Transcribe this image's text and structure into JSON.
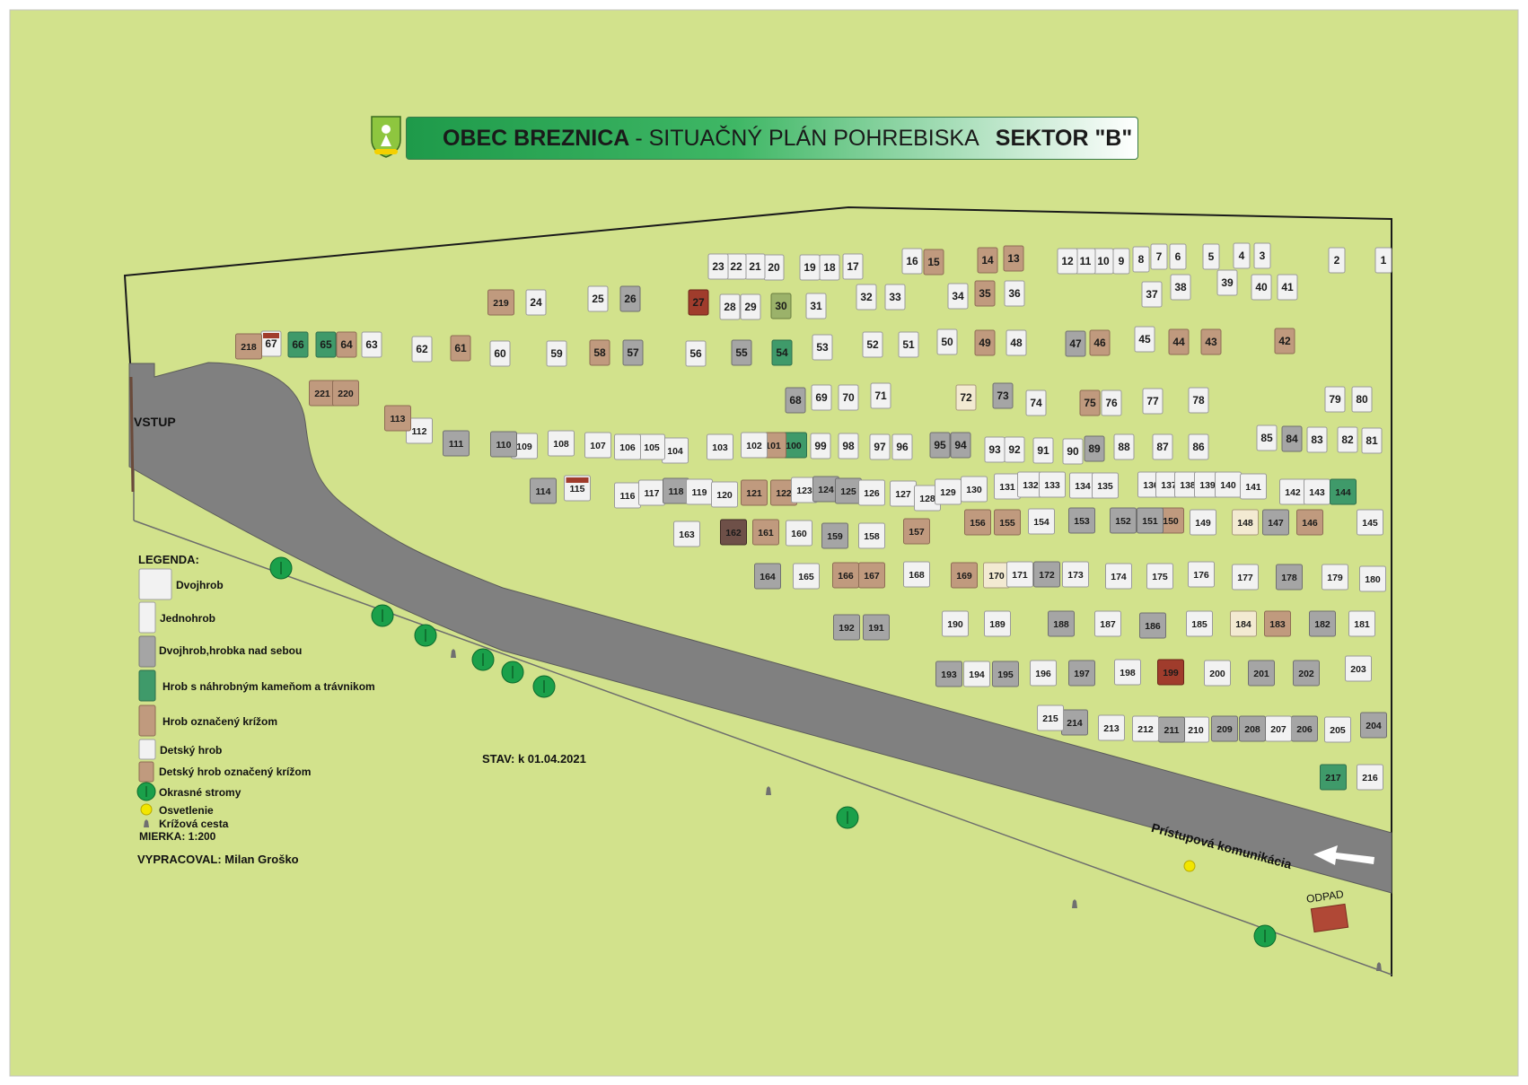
{
  "header": {
    "title_bold": "OBEC BREZNICA",
    "title_rest": "- SITUAČNÝ PLÁN POHREBISKA",
    "sector": "SEKTOR  \"B\""
  },
  "labels": {
    "entrance": "VSTUP",
    "road": "Prístupová komunikácia",
    "waste": "ODPAD",
    "status": "STAV: k 01.04.2021",
    "author": "VYPRACOVAL: Milan Groško"
  },
  "legend": {
    "title": "LEGENDA:",
    "items": [
      {
        "label": "Dvojhrob",
        "kind": "double"
      },
      {
        "label": "Jednohrob",
        "kind": "single"
      },
      {
        "label": "Dvojhrob,hrobka nad sebou",
        "kind": "crypt"
      },
      {
        "label": "Hrob s náhrobným kameňom a trávnikom",
        "kind": "lawn"
      },
      {
        "label": "Hrob označený krížom",
        "kind": "cross"
      },
      {
        "label": "Detský hrob",
        "kind": "child"
      },
      {
        "label": "Detský hrob označený krížom",
        "kind": "childcross"
      },
      {
        "label": "Okrasné stromy",
        "kind": "tree"
      },
      {
        "label": "Osvetlenie",
        "kind": "light"
      },
      {
        "label": "Krížová cesta",
        "kind": "station"
      }
    ],
    "scale": "MIERKA: 1:200"
  },
  "colors": {
    "background": "#d2e28c",
    "road": "#808080",
    "outline": "#1a1a1a",
    "double": "#f2f2f2",
    "crypt": "#a5a5a5",
    "lawn": "#3f9a6a",
    "cross": "#c09a7e",
    "red": "#a03c2c",
    "cream": "#f3ead2",
    "tree": "#1aa04a",
    "light": "#f2e600",
    "waste": "#b04836"
  },
  "graves": [
    [
      "1",
      "w",
      1541,
      290
    ],
    [
      "2",
      "w",
      1489,
      290
    ],
    [
      "3",
      "w",
      1406,
      285
    ],
    [
      "4",
      "w",
      1383,
      285
    ],
    [
      "5",
      "w",
      1349,
      286
    ],
    [
      "6",
      "w",
      1312,
      286
    ],
    [
      "7",
      "w",
      1291,
      286
    ],
    [
      "8",
      "w",
      1271,
      289
    ],
    [
      "9",
      "w",
      1249,
      291
    ],
    [
      "10",
      "w",
      1229,
      291
    ],
    [
      "11",
      "w",
      1209,
      291
    ],
    [
      "12",
      "w",
      1189,
      291
    ],
    [
      "13",
      "c",
      1129,
      288
    ],
    [
      "14",
      "c",
      1100,
      290
    ],
    [
      "15",
      "c",
      1040,
      292
    ],
    [
      "16",
      "w",
      1016,
      291
    ],
    [
      "17",
      "w",
      950,
      297
    ],
    [
      "18",
      "w",
      924,
      298
    ],
    [
      "19",
      "w",
      902,
      298
    ],
    [
      "20",
      "w",
      862,
      298
    ],
    [
      "21",
      "w",
      841,
      297
    ],
    [
      "22",
      "w",
      820,
      297
    ],
    [
      "23",
      "w",
      800,
      297
    ],
    [
      "24",
      "w",
      597,
      337
    ],
    [
      "25",
      "w",
      666,
      333
    ],
    [
      "26",
      "g",
      702,
      333
    ],
    [
      "27",
      "r",
      778,
      337
    ],
    [
      "28",
      "w",
      813,
      342
    ],
    [
      "29",
      "w",
      836,
      342
    ],
    [
      "30",
      "o",
      870,
      341
    ],
    [
      "31",
      "w",
      909,
      341
    ],
    [
      "32",
      "w",
      965,
      331
    ],
    [
      "33",
      "w",
      997,
      331
    ],
    [
      "34",
      "w",
      1067,
      330
    ],
    [
      "35",
      "c",
      1097,
      327
    ],
    [
      "36",
      "w",
      1130,
      327
    ],
    [
      "37",
      "w",
      1283,
      328
    ],
    [
      "38",
      "w",
      1315,
      320
    ],
    [
      "39",
      "w",
      1367,
      315
    ],
    [
      "40",
      "w",
      1405,
      320
    ],
    [
      "41",
      "w",
      1434,
      320
    ],
    [
      "42",
      "c",
      1431,
      380
    ],
    [
      "43",
      "c",
      1349,
      381
    ],
    [
      "44",
      "c",
      1313,
      381
    ],
    [
      "45",
      "w",
      1275,
      378
    ],
    [
      "46",
      "c",
      1225,
      382
    ],
    [
      "47",
      "g",
      1198,
      383
    ],
    [
      "48",
      "w",
      1132,
      382
    ],
    [
      "49",
      "c",
      1097,
      382
    ],
    [
      "50",
      "w",
      1055,
      381
    ],
    [
      "51",
      "w",
      1012,
      384
    ],
    [
      "52",
      "w",
      972,
      384
    ],
    [
      "53",
      "w",
      916,
      387
    ],
    [
      "54",
      "l",
      871,
      393
    ],
    [
      "55",
      "g",
      826,
      393
    ],
    [
      "56",
      "w",
      775,
      394
    ],
    [
      "57",
      "g",
      705,
      393
    ],
    [
      "58",
      "c",
      668,
      393
    ],
    [
      "59",
      "w",
      620,
      394
    ],
    [
      "60",
      "w",
      557,
      394
    ],
    [
      "61",
      "c",
      513,
      388
    ],
    [
      "62",
      "w",
      470,
      389
    ],
    [
      "63",
      "w",
      414,
      384
    ],
    [
      "64",
      "c",
      386,
      384
    ],
    [
      "65",
      "l",
      363,
      384
    ],
    [
      "66",
      "l",
      332,
      384
    ],
    [
      "67",
      "x",
      302,
      383
    ],
    [
      "218",
      "c",
      277,
      386
    ],
    [
      "219",
      "c",
      558,
      337
    ],
    [
      "221",
      "c",
      359,
      438
    ],
    [
      "220",
      "c",
      385,
      438
    ],
    [
      "68",
      "g",
      886,
      446
    ],
    [
      "69",
      "w",
      915,
      443
    ],
    [
      "70",
      "w",
      945,
      443
    ],
    [
      "71",
      "w",
      981,
      441
    ],
    [
      "72",
      "m",
      1076,
      443
    ],
    [
      "73",
      "g",
      1117,
      441
    ],
    [
      "74",
      "w",
      1154,
      449
    ],
    [
      "75",
      "c",
      1214,
      449
    ],
    [
      "76",
      "w",
      1238,
      449
    ],
    [
      "77",
      "w",
      1284,
      447
    ],
    [
      "78",
      "w",
      1335,
      446
    ],
    [
      "79",
      "w",
      1487,
      445
    ],
    [
      "80",
      "w",
      1517,
      445
    ],
    [
      "81",
      "w",
      1528,
      491
    ],
    [
      "82",
      "w",
      1501,
      490
    ],
    [
      "83",
      "w",
      1467,
      490
    ],
    [
      "84",
      "g",
      1439,
      489
    ],
    [
      "85",
      "w",
      1411,
      488
    ],
    [
      "86",
      "w",
      1335,
      498
    ],
    [
      "87",
      "w",
      1295,
      498
    ],
    [
      "88",
      "w",
      1252,
      498
    ],
    [
      "89",
      "g",
      1219,
      500
    ],
    [
      "90",
      "w",
      1195,
      503
    ],
    [
      "91",
      "w",
      1162,
      502
    ],
    [
      "92",
      "w",
      1130,
      501
    ],
    [
      "93",
      "w",
      1108,
      501
    ],
    [
      "94",
      "g",
      1070,
      496
    ],
    [
      "95",
      "g",
      1047,
      496
    ],
    [
      "96",
      "w",
      1005,
      498
    ],
    [
      "97",
      "w",
      980,
      498
    ],
    [
      "98",
      "w",
      945,
      497
    ],
    [
      "99",
      "w",
      914,
      497
    ],
    [
      "100",
      "l",
      884,
      496
    ],
    [
      "101",
      "c",
      861,
      496
    ],
    [
      "102",
      "w",
      840,
      496
    ],
    [
      "103",
      "w",
      802,
      498
    ],
    [
      "104",
      "w",
      752,
      502
    ],
    [
      "105",
      "w",
      726,
      498
    ],
    [
      "106",
      "w",
      699,
      498
    ],
    [
      "107",
      "w",
      666,
      496
    ],
    [
      "108",
      "w",
      625,
      494
    ],
    [
      "109",
      "w",
      584,
      497
    ],
    [
      "110",
      "g",
      561,
      495
    ],
    [
      "111",
      "g",
      508,
      494
    ],
    [
      "112",
      "w",
      467,
      480
    ],
    [
      "113",
      "c",
      443,
      466
    ],
    [
      "114",
      "g",
      605,
      547
    ],
    [
      "115",
      "x",
      643,
      544
    ],
    [
      "116",
      "w",
      699,
      552
    ],
    [
      "117",
      "w",
      726,
      549
    ],
    [
      "118",
      "g",
      753,
      547
    ],
    [
      "119",
      "w",
      779,
      548
    ],
    [
      "120",
      "w",
      807,
      551
    ],
    [
      "121",
      "c",
      840,
      549
    ],
    [
      "122",
      "c",
      873,
      549
    ],
    [
      "123",
      "w",
      896,
      546
    ],
    [
      "124",
      "g",
      920,
      545
    ],
    [
      "125",
      "g",
      945,
      547
    ],
    [
      "126",
      "w",
      971,
      549
    ],
    [
      "127",
      "w",
      1006,
      550
    ],
    [
      "128",
      "w",
      1033,
      555
    ],
    [
      "129",
      "w",
      1056,
      548
    ],
    [
      "130",
      "w",
      1085,
      545
    ],
    [
      "131",
      "w",
      1122,
      542
    ],
    [
      "132",
      "w",
      1148,
      540
    ],
    [
      "133",
      "w",
      1172,
      540
    ],
    [
      "134",
      "w",
      1206,
      541
    ],
    [
      "135",
      "w",
      1231,
      541
    ],
    [
      "136",
      "w",
      1282,
      540
    ],
    [
      "137",
      "w",
      1302,
      540
    ],
    [
      "138",
      "w",
      1323,
      540
    ],
    [
      "139",
      "w",
      1345,
      540
    ],
    [
      "140",
      "w",
      1368,
      540
    ],
    [
      "141",
      "w",
      1396,
      542
    ],
    [
      "142",
      "w",
      1440,
      548
    ],
    [
      "143",
      "w",
      1467,
      548
    ],
    [
      "144",
      "l",
      1496,
      548
    ],
    [
      "145",
      "w",
      1526,
      582
    ],
    [
      "146",
      "c",
      1459,
      582
    ],
    [
      "147",
      "g",
      1421,
      582
    ],
    [
      "148",
      "m",
      1387,
      582
    ],
    [
      "149",
      "w",
      1340,
      582
    ],
    [
      "150",
      "c",
      1304,
      580
    ],
    [
      "151",
      "g",
      1281,
      580
    ],
    [
      "152",
      "g",
      1251,
      580
    ],
    [
      "153",
      "g",
      1205,
      580
    ],
    [
      "154",
      "w",
      1160,
      581
    ],
    [
      "155",
      "c",
      1122,
      582
    ],
    [
      "156",
      "c",
      1089,
      582
    ],
    [
      "157",
      "c",
      1021,
      592
    ],
    [
      "158",
      "w",
      971,
      597
    ],
    [
      "159",
      "g",
      930,
      597
    ],
    [
      "160",
      "w",
      890,
      594
    ],
    [
      "161",
      "c",
      853,
      593
    ],
    [
      "162",
      "d",
      817,
      593
    ],
    [
      "163",
      "w",
      765,
      595
    ],
    [
      "164",
      "g",
      855,
      642
    ],
    [
      "165",
      "w",
      898,
      642
    ],
    [
      "166",
      "c",
      942,
      641
    ],
    [
      "167",
      "c",
      971,
      641
    ],
    [
      "168",
      "w",
      1021,
      640
    ],
    [
      "169",
      "c",
      1074,
      641
    ],
    [
      "170",
      "m",
      1110,
      641
    ],
    [
      "171",
      "w",
      1136,
      640
    ],
    [
      "172",
      "g",
      1166,
      640
    ],
    [
      "173",
      "w",
      1198,
      640
    ],
    [
      "174",
      "w",
      1246,
      642
    ],
    [
      "175",
      "w",
      1292,
      642
    ],
    [
      "176",
      "w",
      1338,
      640
    ],
    [
      "177",
      "w",
      1387,
      643
    ],
    [
      "178",
      "g",
      1436,
      643
    ],
    [
      "179",
      "w",
      1487,
      643
    ],
    [
      "180",
      "w",
      1529,
      645
    ],
    [
      "181",
      "w",
      1517,
      695
    ],
    [
      "182",
      "g",
      1473,
      695
    ],
    [
      "183",
      "c",
      1423,
      695
    ],
    [
      "184",
      "m",
      1385,
      695
    ],
    [
      "185",
      "w",
      1336,
      695
    ],
    [
      "186",
      "g",
      1284,
      697
    ],
    [
      "187",
      "w",
      1234,
      695
    ],
    [
      "188",
      "g",
      1182,
      695
    ],
    [
      "189",
      "w",
      1111,
      695
    ],
    [
      "190",
      "w",
      1064,
      695
    ],
    [
      "191",
      "g",
      976,
      699
    ],
    [
      "192",
      "g",
      943,
      699
    ],
    [
      "193",
      "g",
      1057,
      751
    ],
    [
      "194",
      "w",
      1088,
      751
    ],
    [
      "195",
      "g",
      1120,
      751
    ],
    [
      "196",
      "w",
      1162,
      750
    ],
    [
      "197",
      "g",
      1205,
      750
    ],
    [
      "198",
      "w",
      1256,
      749
    ],
    [
      "199",
      "r",
      1304,
      749
    ],
    [
      "200",
      "w",
      1356,
      750
    ],
    [
      "201",
      "g",
      1405,
      750
    ],
    [
      "202",
      "g",
      1455,
      750
    ],
    [
      "203",
      "w",
      1513,
      745
    ],
    [
      "204",
      "g",
      1530,
      808
    ],
    [
      "205",
      "w",
      1490,
      813
    ],
    [
      "206",
      "g",
      1453,
      812
    ],
    [
      "207",
      "w",
      1424,
      812
    ],
    [
      "208",
      "g",
      1395,
      812
    ],
    [
      "209",
      "g",
      1364,
      812
    ],
    [
      "210",
      "w",
      1332,
      813
    ],
    [
      "211",
      "g",
      1305,
      813
    ],
    [
      "212",
      "w",
      1276,
      812
    ],
    [
      "213",
      "w",
      1238,
      811
    ],
    [
      "214",
      "g",
      1197,
      805
    ],
    [
      "215",
      "w",
      1170,
      800
    ],
    [
      "216",
      "w",
      1526,
      866
    ],
    [
      "217",
      "l",
      1485,
      866
    ]
  ],
  "trees": [
    [
      313,
      633
    ],
    [
      426,
      686
    ],
    [
      474,
      708
    ],
    [
      538,
      735
    ],
    [
      571,
      749
    ],
    [
      606,
      765
    ],
    [
      944,
      911
    ],
    [
      1409,
      1043
    ]
  ],
  "lights": [
    [
      1325,
      965
    ]
  ],
  "stations": [
    [
      505,
      728
    ],
    [
      856,
      881
    ],
    [
      1197,
      1007
    ],
    [
      1536,
      1077
    ]
  ]
}
